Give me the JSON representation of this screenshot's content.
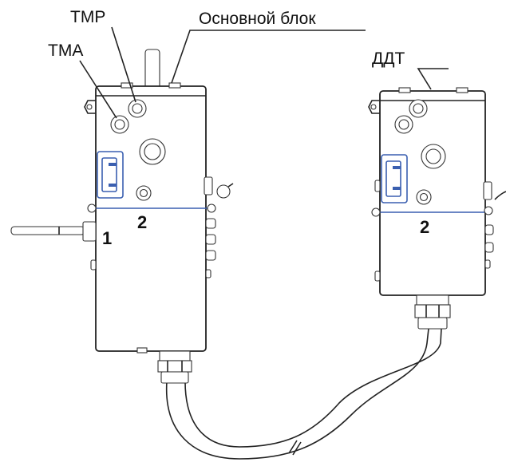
{
  "labels": {
    "tmr": "ТМР",
    "tma": "ТМА",
    "main_unit": "Основной блок",
    "ddt": "ДДТ",
    "point_1": "1",
    "point_2_main": "2",
    "point_2_ddt": "2"
  },
  "colors": {
    "outline": "#222222",
    "highlight": "#3a5fb0",
    "background": "#ffffff"
  }
}
